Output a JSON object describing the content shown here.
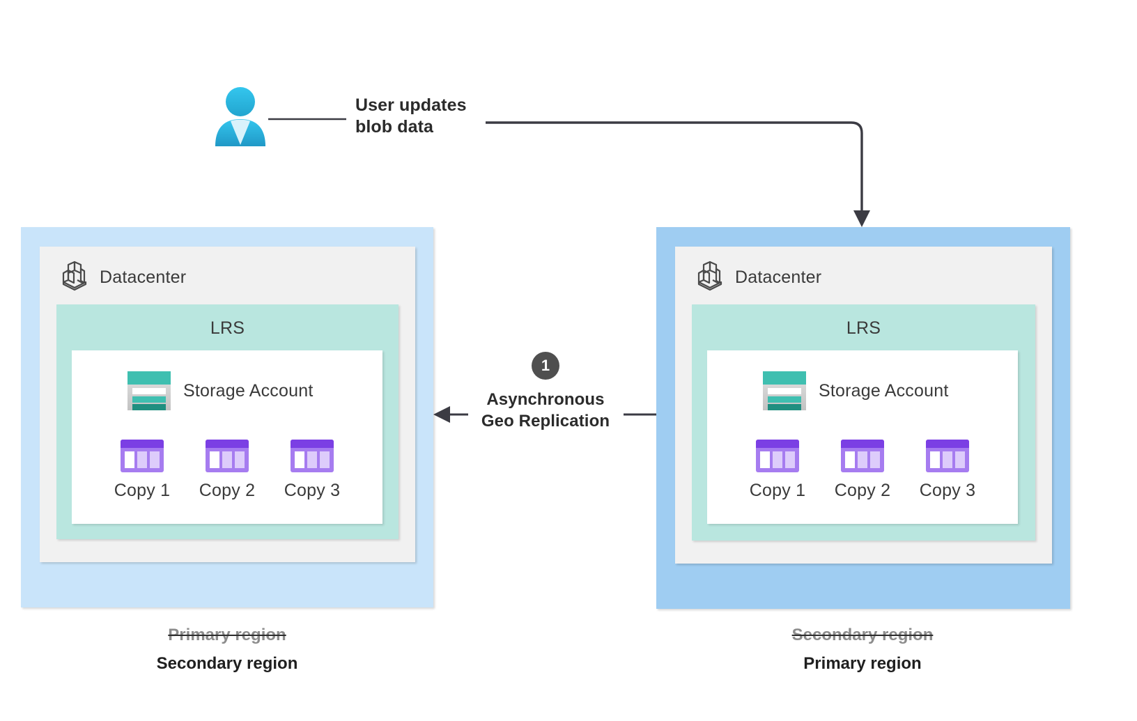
{
  "diagram": {
    "actor": {
      "icon": "user-icon",
      "label_line1": "User updates",
      "label_line2": "blob data"
    },
    "replication": {
      "step_number": "1",
      "label_line1": "Asynchronous",
      "label_line2": "Geo Replication",
      "direction": "right-to-left"
    },
    "regions": [
      {
        "key": "left",
        "datacenter_label": "Datacenter",
        "datacenter_icon": "datacenter-icon",
        "redundancy_label": "LRS",
        "storage_account_label": "Storage Account",
        "storage_icon": "storage-account-icon",
        "copies": [
          {
            "label": "Copy 1",
            "icon": "disk-icon"
          },
          {
            "label": "Copy 2",
            "icon": "disk-icon"
          },
          {
            "label": "Copy 3",
            "icon": "disk-icon"
          }
        ],
        "caption_struck": "Primary region",
        "caption_current": "Secondary region"
      },
      {
        "key": "right",
        "datacenter_label": "Datacenter",
        "datacenter_icon": "datacenter-icon",
        "redundancy_label": "LRS",
        "storage_account_label": "Storage Account",
        "storage_icon": "storage-account-icon",
        "copies": [
          {
            "label": "Copy 1",
            "icon": "disk-icon"
          },
          {
            "label": "Copy 2",
            "icon": "disk-icon"
          },
          {
            "label": "Copy 3",
            "icon": "disk-icon"
          }
        ],
        "caption_struck": "Secondary region",
        "caption_current": "Primary region"
      }
    ],
    "colors": {
      "region_left_fill": "#c9e4fa",
      "region_right_fill": "#9fcdf2",
      "datacenter_fill": "#f1f1f1",
      "lrs_fill": "#b9e6df",
      "account_fill": "#ffffff",
      "storage_accent": "#3fbfb0",
      "storage_accent_dark": "#1f8f80",
      "disk_fill": "#a67cf0",
      "disk_header": "#7b3fe4",
      "badge_fill": "#4f4f4f",
      "connector": "#3b3b43",
      "text_primary": "#2b2b2b",
      "text_muted": "#8c8c8c",
      "user_icon": "#2eb5e0"
    }
  }
}
